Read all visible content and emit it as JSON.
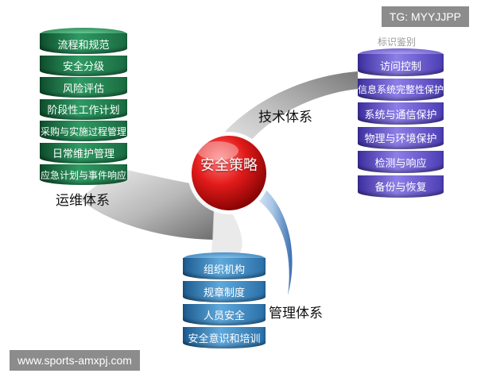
{
  "watermarks": {
    "top": "TG: MYYJJPP",
    "bottom": "www.sports-amxpj.com"
  },
  "core": {
    "label": "安全策略"
  },
  "systems": {
    "ops": {
      "label": "运维体系",
      "items": [
        "流程和规范",
        "安全分级",
        "风险评估",
        "阶段性工作计划",
        "采购与实施过程管理",
        "日常维护管理",
        "应急计划与事件响应"
      ]
    },
    "tech": {
      "label": "技术体系",
      "header": "标识鉴别",
      "items": [
        "访问控制",
        "信息系统完整性保护",
        "系统与通信保护",
        "物理与环境保护",
        "检测与响应",
        "备份与恢复"
      ]
    },
    "mgmt": {
      "label": "管理体系",
      "items": [
        "组织机构",
        "规章制度",
        "人员安全",
        "安全意识和培训"
      ]
    }
  }
}
